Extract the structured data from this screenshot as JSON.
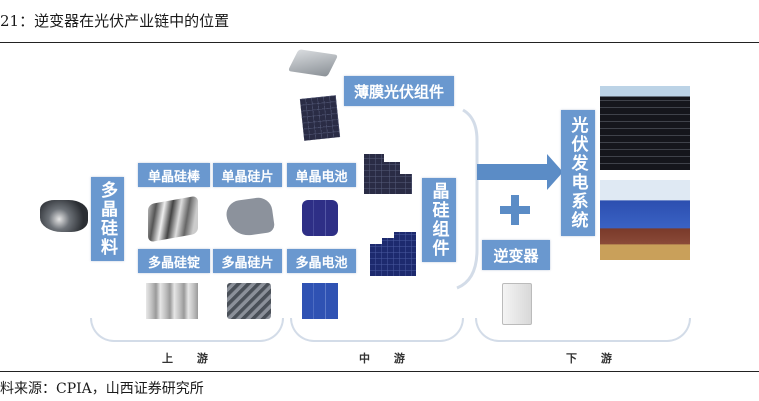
{
  "header": {
    "title": "21：逆变器在光伏产业链中的位置"
  },
  "footer": {
    "source": "料来源：CPIA，山西证券研究所"
  },
  "diagram": {
    "colors": {
      "box": "#6a98cf",
      "box_text": "#ffffff",
      "bracket": "#d3dce8",
      "arrow": "#5b8cc6"
    },
    "upstream": {
      "raw": "多晶硅料",
      "mono_row": [
        "单晶硅棒",
        "单晶硅片"
      ],
      "poly_row": [
        "多晶硅锭",
        "多晶硅片"
      ]
    },
    "midstream": {
      "cells": [
        "单晶电池",
        "多晶电池"
      ],
      "thin_film": "薄膜光伏组件",
      "crystalline_module": "晶硅组件"
    },
    "downstream": {
      "plus": "+",
      "inverter": "逆变器",
      "system": "光伏发电系统"
    },
    "stages": [
      "上 游",
      "中 游",
      "下 游"
    ],
    "images": [
      "polysilicon-chunks",
      "mono-ingot-rods",
      "mono-wafer",
      "mono-cell",
      "poly-ingots",
      "poly-wafers",
      "poly-cell",
      "thin-film-flexible",
      "thin-film-panel",
      "mono-modules",
      "poly-modules",
      "inverter-unit",
      "solar-farm",
      "rooftop-solar"
    ]
  }
}
